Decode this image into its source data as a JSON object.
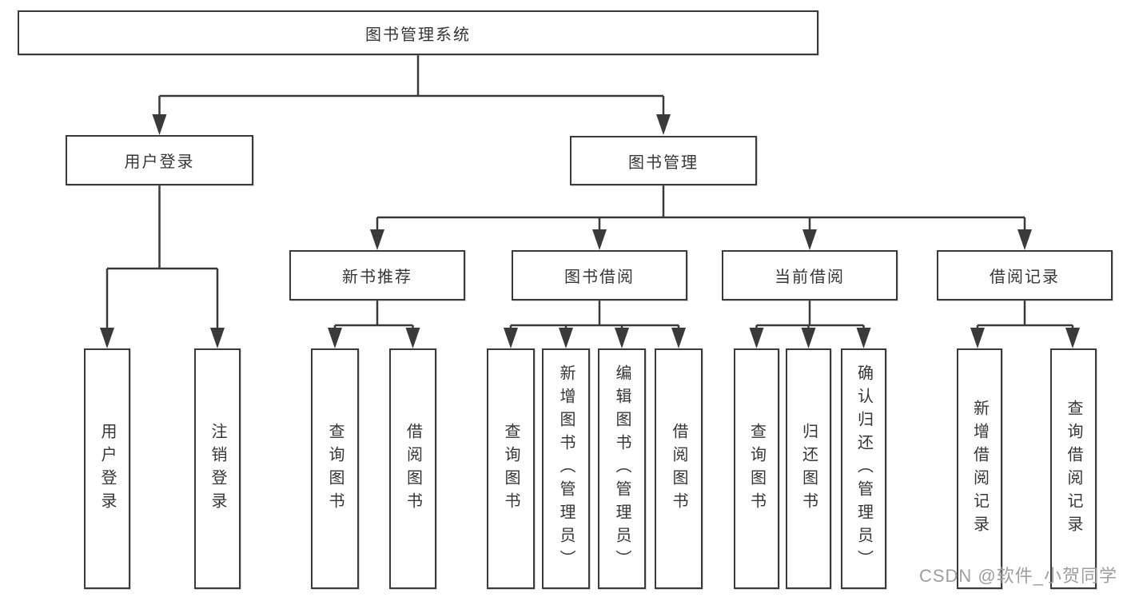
{
  "diagram": {
    "root": {
      "label": "图书管理系统"
    },
    "branches": [
      {
        "label": "用户登录",
        "children": [
          {
            "label": "用户登录"
          },
          {
            "label": "注销登录"
          }
        ]
      },
      {
        "label": "图书管理",
        "children": [
          {
            "label": "新书推荐",
            "children": [
              {
                "label": "查询图书"
              },
              {
                "label": "借阅图书"
              }
            ]
          },
          {
            "label": "图书借阅",
            "children": [
              {
                "label": "查询图书"
              },
              {
                "label": "新增图书（管理员）"
              },
              {
                "label": "编辑图书（管理员）"
              },
              {
                "label": "借阅图书"
              }
            ]
          },
          {
            "label": "当前借阅",
            "children": [
              {
                "label": "查询图书"
              },
              {
                "label": "归还图书"
              },
              {
                "label": "确认归还（管理员）"
              }
            ]
          },
          {
            "label": "借阅记录",
            "children": [
              {
                "label": "新增借阅记录"
              },
              {
                "label": "查询借阅记录"
              }
            ]
          }
        ]
      }
    ]
  },
  "watermark": {
    "text": "CSDN @软件_小贺同学"
  },
  "colors": {
    "line": "#3a3a3a",
    "box_border": "#3a3a3a",
    "text": "#363636",
    "watermark": "#9e9e9e",
    "background": "#ffffff"
  }
}
